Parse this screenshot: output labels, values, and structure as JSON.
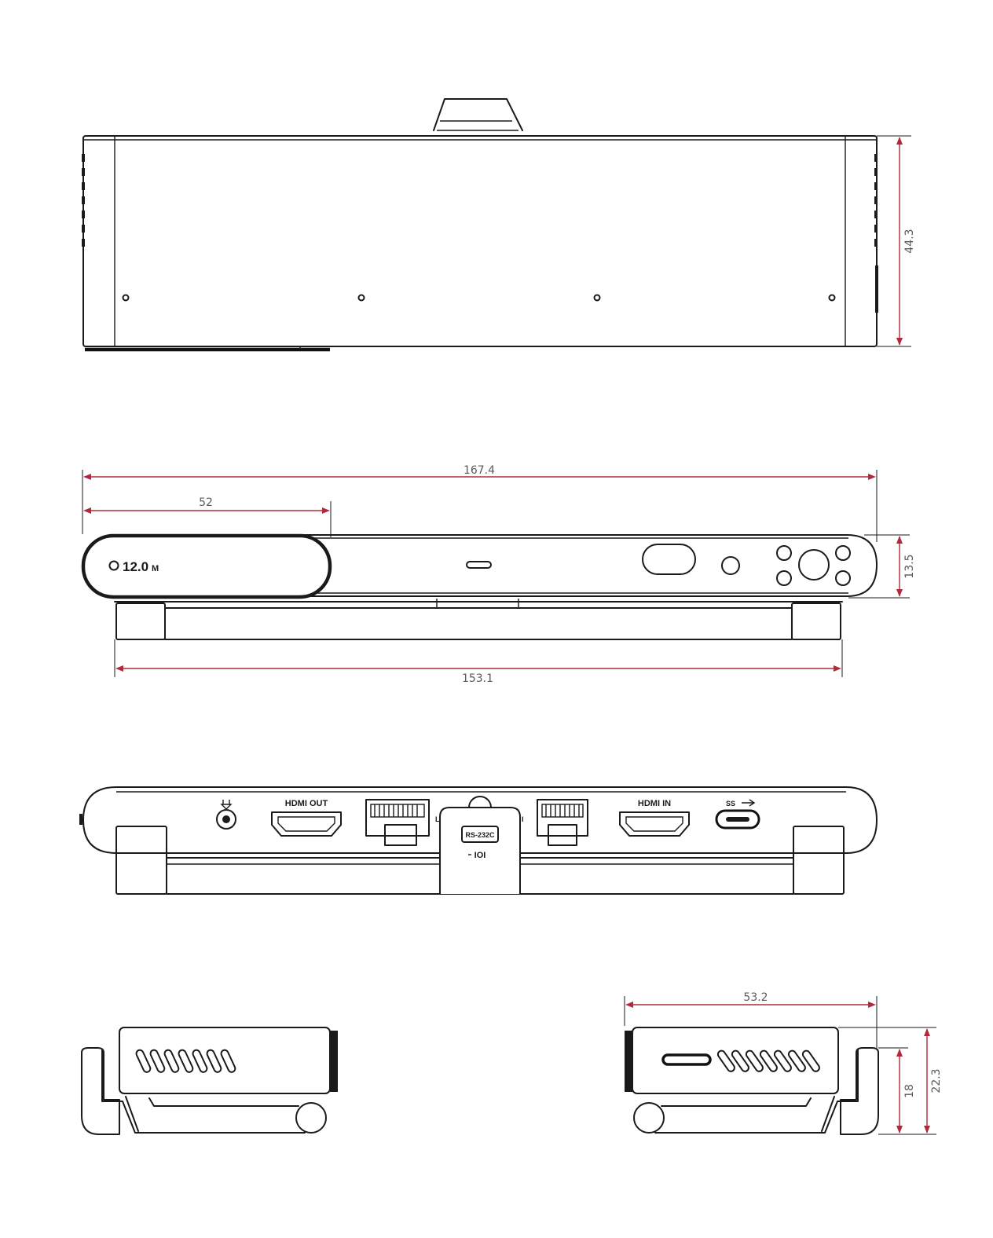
{
  "views": {
    "top": {
      "height_dim": "44.3"
    },
    "front": {
      "overall_width_dim": "167.4",
      "camera_width_dim": "52",
      "height_dim": "13.5",
      "stand_width_dim": "153.1",
      "camera_label": "12.0",
      "camera_label_suffix": "M"
    },
    "rear": {
      "ports": {
        "hdmi_out": "HDMI OUT",
        "hdmi_in": "HDMI IN",
        "rs232c": "RS-232C",
        "ioi": "IOI",
        "lan_left": "L",
        "lan_right": "I",
        "usb_logo": "SS"
      }
    },
    "side": {
      "depth_dim": "53.2",
      "body_height_dim": "18",
      "total_height_dim": "22.3"
    }
  },
  "colors": {
    "line": "#1a1a1a",
    "dimension": "#b02a3c",
    "dimension_text": "#5a5a5a"
  }
}
